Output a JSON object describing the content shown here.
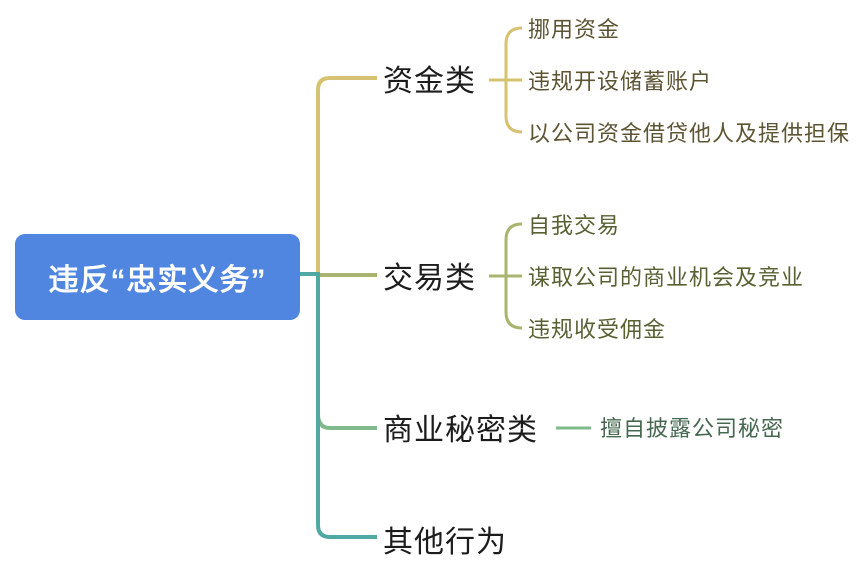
{
  "root": {
    "label": "违反“忠实义务”",
    "fill_color": "#5086E0",
    "text_color": "#FFFFFF"
  },
  "branches": [
    {
      "label": "资金类",
      "line_color": "#D6C271",
      "child_text_color": "#5C5433",
      "children": [
        "挪用资金",
        "违规开设储蓄账户",
        "以公司资金借贷他人及提供担保"
      ]
    },
    {
      "label": "交易类",
      "line_color": "#A9B56F",
      "child_text_color": "#596133",
      "children": [
        "自我交易",
        "谋取公司的商业机会及竞业",
        "违规收受佣金"
      ]
    },
    {
      "label": "商业秘密类",
      "line_color": "#7FBA8C",
      "child_text_color": "#476850",
      "children": [
        "擅自披露公司秘密"
      ]
    },
    {
      "label": "其他行为",
      "line_color": "#4FA8A2",
      "children": []
    }
  ]
}
